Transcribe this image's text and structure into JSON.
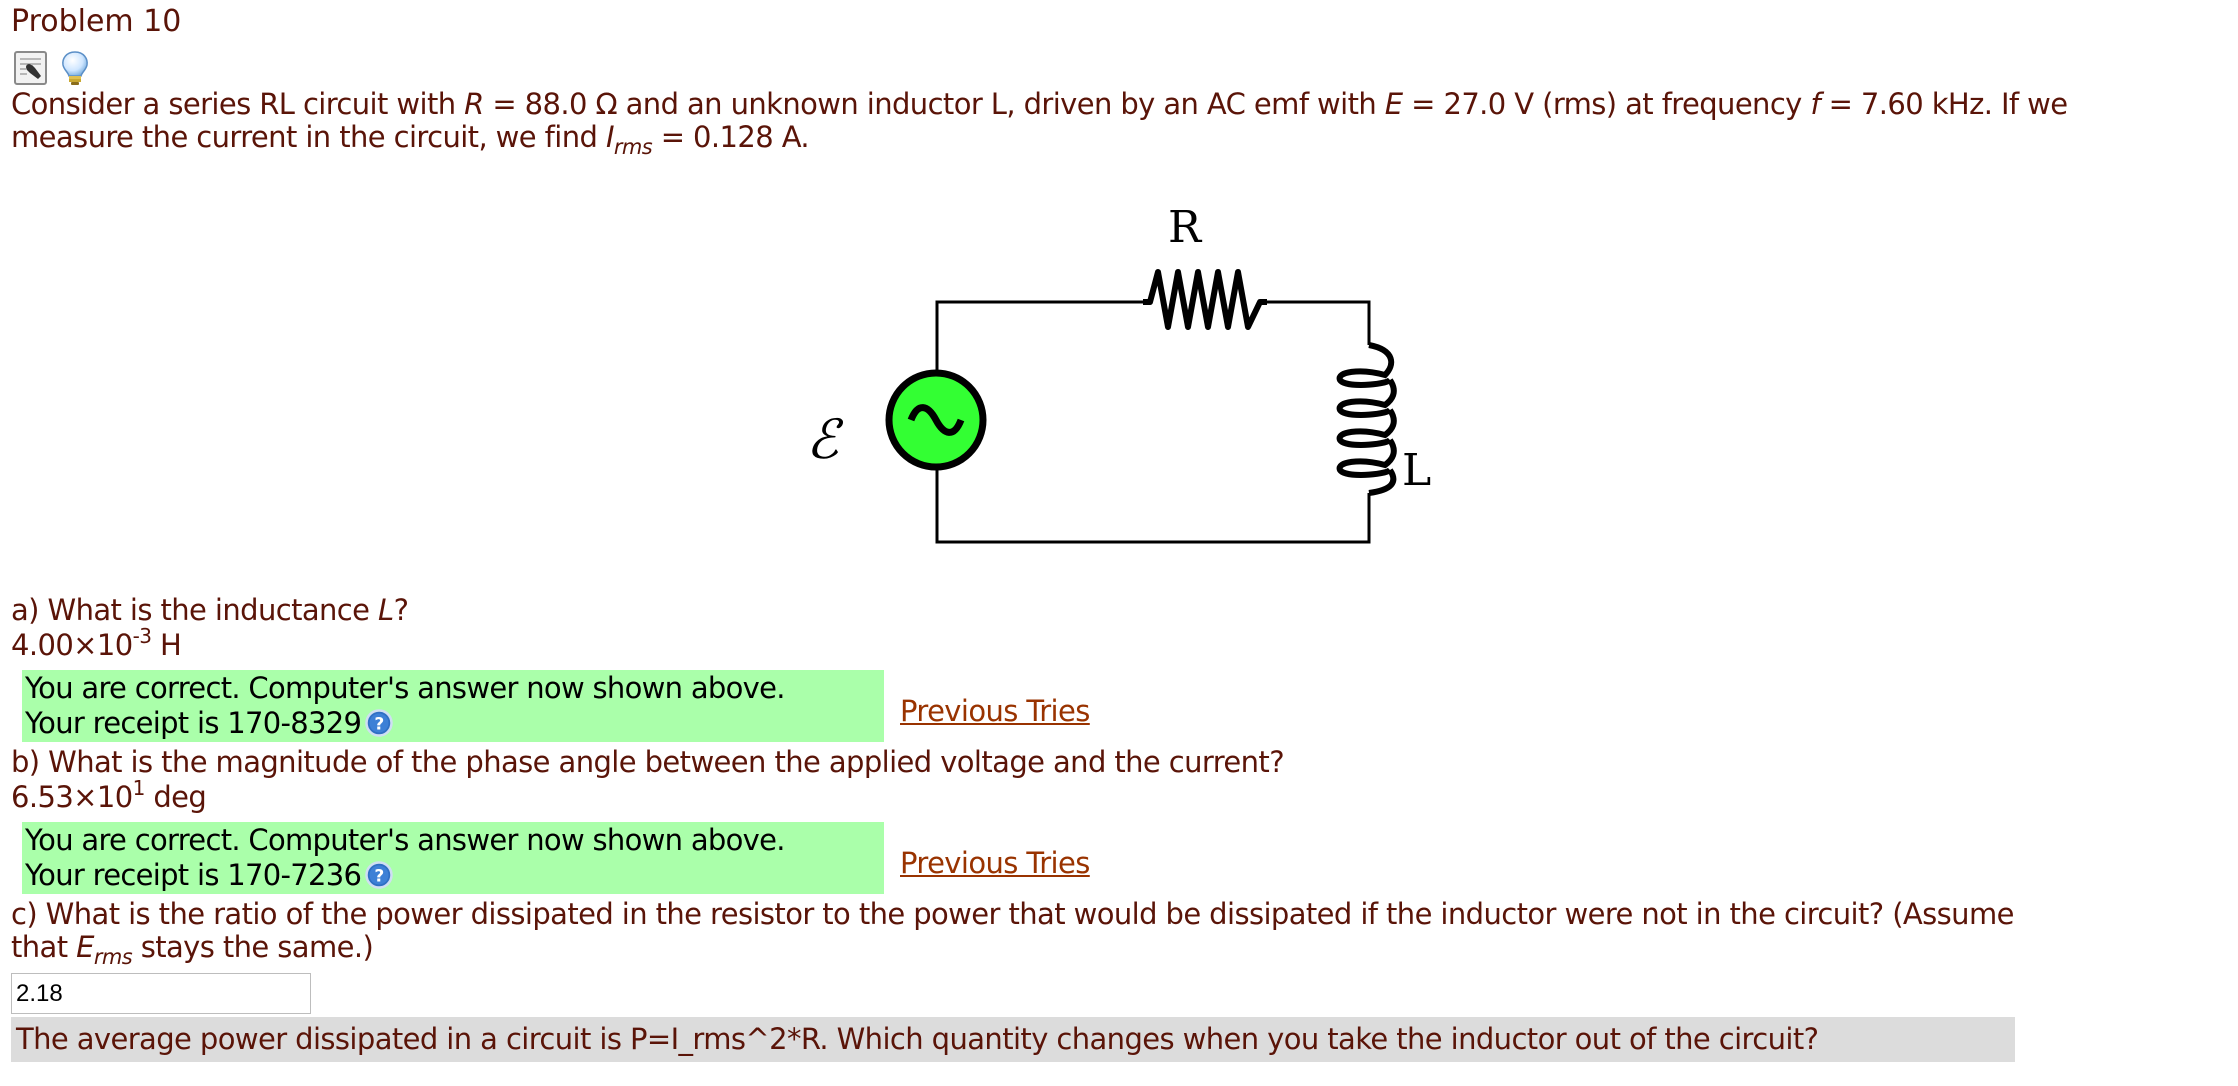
{
  "problem": {
    "title": "Problem 10",
    "icons": [
      "document-wrench-icon",
      "lightbulb-hint-icon"
    ],
    "statement": {
      "line1_a": "Consider a series RL circuit with ",
      "R_sym": "R",
      "line1_b": " = 88.0 Ω and an unknown inductor L, driven by an AC emf with ",
      "E_sym": "E",
      "line1_c": " = 27.0 V (rms) at frequency ",
      "f_sym": "f",
      "line1_d": " = 7.60 kHz. If we",
      "line2_a": "measure the current in the circuit, we find ",
      "I_sym": "I",
      "I_sub": "rms",
      "line2_b": " = 0.128 A."
    },
    "given": {
      "R": "88.0 Ω",
      "E_rms": "27.0 V",
      "f": "7.60 kHz",
      "I_rms": "0.128 A"
    }
  },
  "circuit": {
    "labels": {
      "resistor": "R",
      "inductor": "L",
      "emf": "ℰ"
    },
    "colors": {
      "source_fill": "#33ff33",
      "wire": "#000000"
    }
  },
  "parts": [
    {
      "label_a": "a) What is the inductance ",
      "label_sym": "L",
      "label_b": "?",
      "answer_mantissa": "4.00",
      "answer_times": "×",
      "answer_base": "10",
      "answer_exp": "-3",
      "answer_unit": " H",
      "feedback_line1": "You are correct. Computer's answer now shown above.",
      "feedback_line2": "Your receipt is 170-8329",
      "previous_tries": "Previous Tries"
    },
    {
      "label": "b) What is the magnitude of the phase angle between the applied voltage and the current?",
      "answer_mantissa": "6.53",
      "answer_times": "×",
      "answer_base": "10",
      "answer_exp": "1",
      "answer_unit": " deg",
      "feedback_line1": "You are correct. Computer's answer now shown above.",
      "feedback_line2": "Your receipt is 170-7236",
      "previous_tries": "Previous Tries"
    },
    {
      "label_line1": "c) What is the ratio of the power dissipated in the resistor to the power that would be dissipated if the inductor were not in the circuit? (Assume",
      "label_line2_a": "that ",
      "label_sym": "E",
      "label_sub": "rms",
      "label_line2_b": " stays the same.)",
      "input_value": "2.18",
      "hint": "The average power dissipated in a circuit is P=I_rms^2*R. Which quantity changes when you take the inductor out of the circuit?"
    }
  ],
  "colors": {
    "text": "#5a1408",
    "correct_bg": "#aaffaa",
    "link": "#993300",
    "hint_bg": "#dcdcdc"
  }
}
